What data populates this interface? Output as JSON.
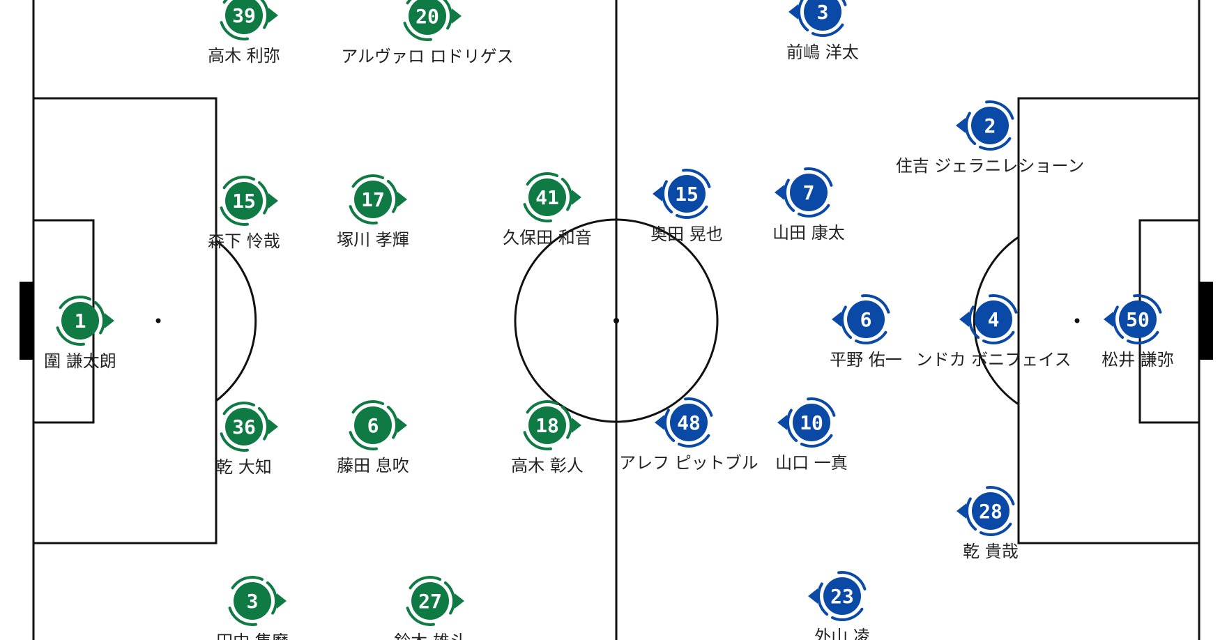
{
  "pitch": {
    "line_color": "#111111",
    "background": "#ffffff"
  },
  "teams": {
    "home": {
      "color": "#0f7a43",
      "direction": "right",
      "players": [
        {
          "number": "39",
          "name": "高木 利弥"
        },
        {
          "number": "20",
          "name": "アルヴァロ ロドリゲス"
        },
        {
          "number": "15",
          "name": "森下 怜哉"
        },
        {
          "number": "17",
          "name": "塚川 孝輝"
        },
        {
          "number": "41",
          "name": "久保田 和音"
        },
        {
          "number": "1",
          "name": "圍 謙太朗"
        },
        {
          "number": "36",
          "name": "乾 大知"
        },
        {
          "number": "6",
          "name": "藤田 息吹"
        },
        {
          "number": "18",
          "name": "高木 彰人"
        },
        {
          "number": "3",
          "name": "田中 隼磨"
        },
        {
          "number": "27",
          "name": "鈴木 雄斗"
        }
      ]
    },
    "away": {
      "color": "#0a4aa6",
      "direction": "left",
      "players": [
        {
          "number": "3",
          "name": "前嶋 洋太"
        },
        {
          "number": "2",
          "name": "住吉 ジェラニレショーン"
        },
        {
          "number": "15",
          "name": "奥田 晃也"
        },
        {
          "number": "7",
          "name": "山田 康太"
        },
        {
          "number": "6",
          "name": "平野 佑一"
        },
        {
          "number": "4",
          "name": "ンドカ ボニフェイス"
        },
        {
          "number": "50",
          "name": "松井 謙弥"
        },
        {
          "number": "48",
          "name": "アレフ ピットブル"
        },
        {
          "number": "10",
          "name": "山口 一真"
        },
        {
          "number": "28",
          "name": "乾 貴哉"
        },
        {
          "number": "23",
          "name": "外山 凌"
        }
      ]
    }
  }
}
